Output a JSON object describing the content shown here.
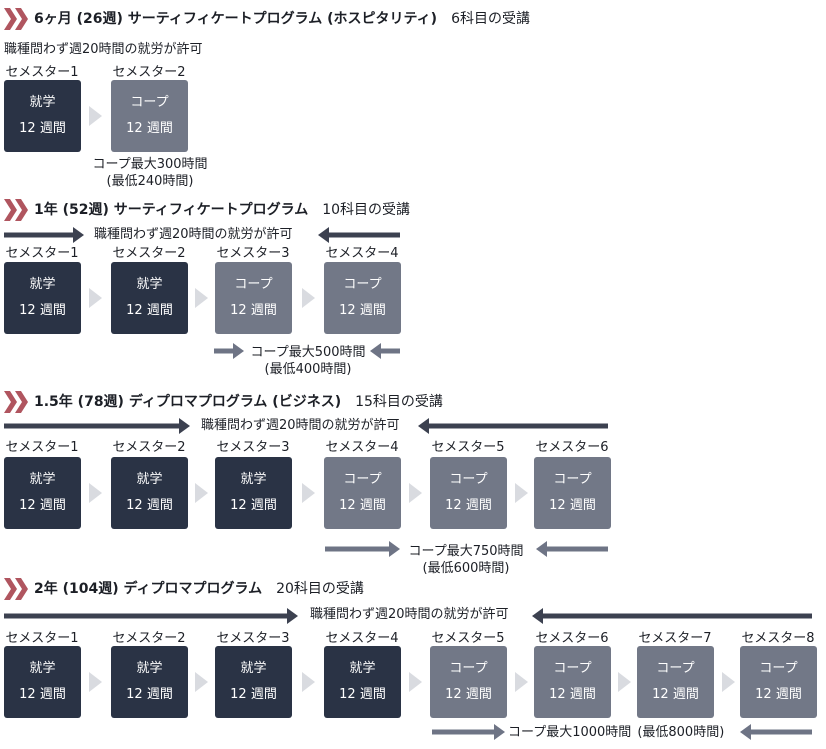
{
  "colors": {
    "study": "#2a3345",
    "coop": "#727887",
    "chevron": "#b0555f",
    "arrow_dark": "#3c4150",
    "arrow_light": "#6e7485",
    "separator": "#d9dbe0"
  },
  "icons": {
    "section_marker": "double-chevron-right-icon",
    "separator": "triangle-right-icon"
  },
  "programs": [
    {
      "title": "6ヶ月 (26週) サーティフィケートプログラム (ホスピタリティ)",
      "courses": "6科目の受講",
      "work_note": "職種問わず週20時間の就労が許可",
      "semesters": [
        {
          "label": "セメスター1",
          "type": "就学",
          "duration": "12 週間"
        },
        {
          "label": "セメスター2",
          "type": "コープ",
          "duration": "12 週間"
        }
      ],
      "coop_max": "コープ最大300時間",
      "coop_min": "(最低240時間)"
    },
    {
      "title": "1年 (52週) サーティフィケートプログラム",
      "courses": "10科目の受講",
      "work_note": "職種問わず週20時間の就労が許可",
      "semesters": [
        {
          "label": "セメスター1",
          "type": "就学",
          "duration": "12 週間"
        },
        {
          "label": "セメスター2",
          "type": "就学",
          "duration": "12 週間"
        },
        {
          "label": "セメスター3",
          "type": "コープ",
          "duration": "12 週間"
        },
        {
          "label": "セメスター4",
          "type": "コープ",
          "duration": "12 週間"
        }
      ],
      "coop_max": "コープ最大500時間",
      "coop_min": "(最低400時間)"
    },
    {
      "title": "1.5年 (78週) ディプロマプログラム (ビジネス)",
      "courses": "15科目の受講",
      "work_note": "職種問わず週20時間の就労が許可",
      "semesters": [
        {
          "label": "セメスター1",
          "type": "就学",
          "duration": "12 週間"
        },
        {
          "label": "セメスター2",
          "type": "就学",
          "duration": "12 週間"
        },
        {
          "label": "セメスター3",
          "type": "就学",
          "duration": "12 週間"
        },
        {
          "label": "セメスター4",
          "type": "コープ",
          "duration": "12 週間"
        },
        {
          "label": "セメスター5",
          "type": "コープ",
          "duration": "12 週間"
        },
        {
          "label": "セメスター6",
          "type": "コープ",
          "duration": "12 週間"
        }
      ],
      "coop_max": "コープ最大750時間",
      "coop_min": "(最低600時間)"
    },
    {
      "title": "2年 (104週) ディプロマプログラム",
      "courses": "20科目の受講",
      "work_note": "職種問わず週20時間の就労が許可",
      "semesters": [
        {
          "label": "セメスター1",
          "type": "就学",
          "duration": "12 週間"
        },
        {
          "label": "セメスター2",
          "type": "就学",
          "duration": "12 週間"
        },
        {
          "label": "セメスター3",
          "type": "就学",
          "duration": "12 週間"
        },
        {
          "label": "セメスター4",
          "type": "就学",
          "duration": "12 週間"
        },
        {
          "label": "セメスター5",
          "type": "コープ",
          "duration": "12 週間"
        },
        {
          "label": "セメスター6",
          "type": "コープ",
          "duration": "12 週間"
        },
        {
          "label": "セメスター7",
          "type": "コープ",
          "duration": "12 週間"
        },
        {
          "label": "セメスター8",
          "type": "コープ",
          "duration": "12 週間"
        }
      ],
      "coop_max": "コープ最大1000時間",
      "coop_min": "(最低800時間)"
    }
  ]
}
